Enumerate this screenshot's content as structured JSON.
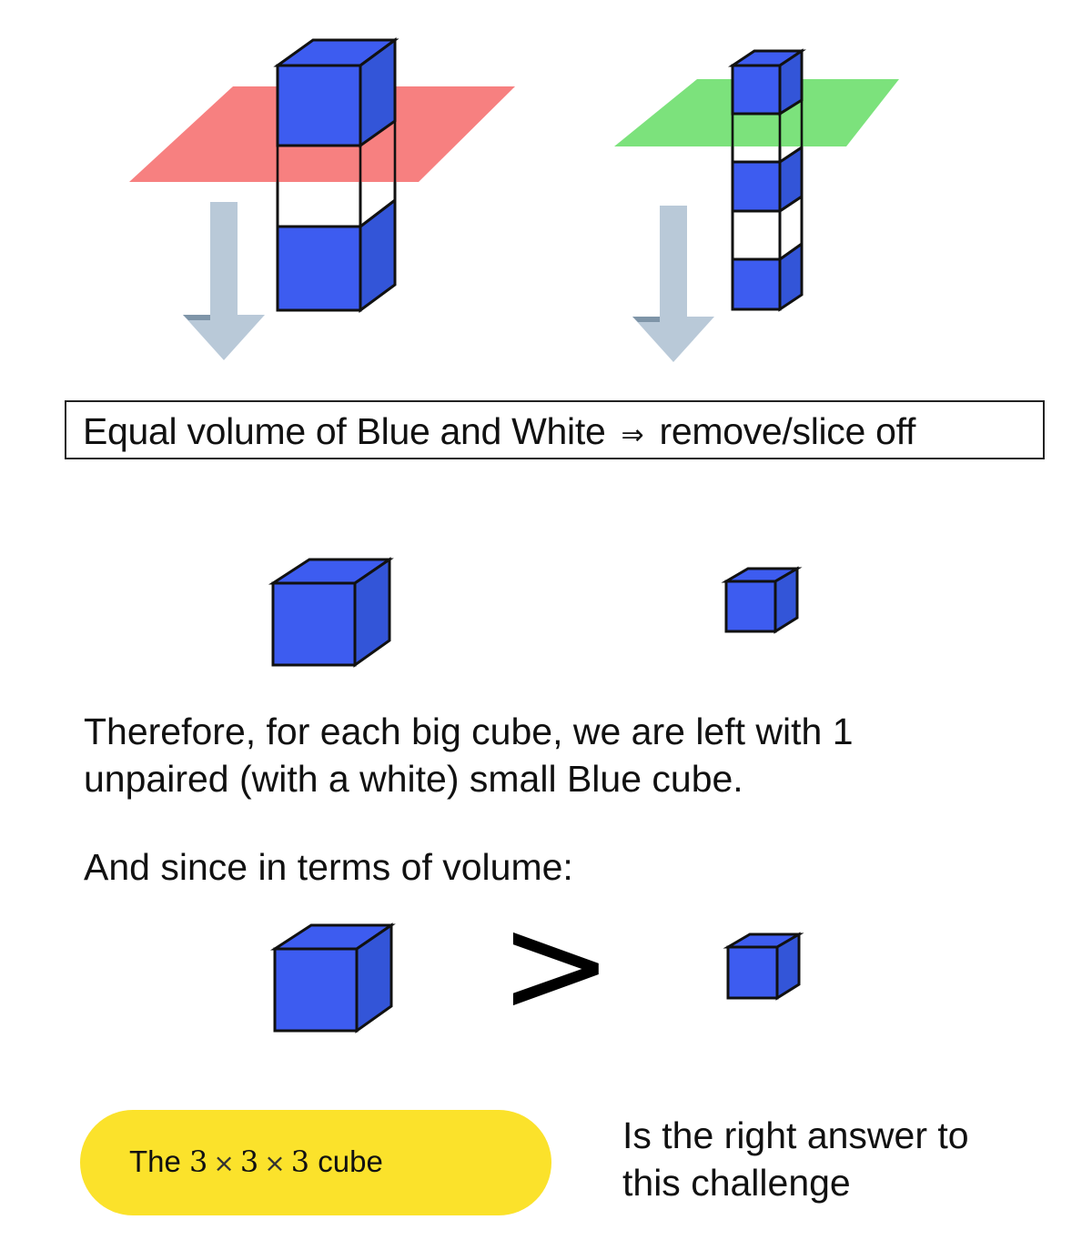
{
  "claim": {
    "prefix": "Equal volume of Blue and White",
    "arrow": "⇒",
    "suffix": "remove/slice off"
  },
  "conclusion": {
    "line1": "Therefore, for each big cube, we are left with 1",
    "line2": "unpaired (with a white) small Blue cube.",
    "volume_intro": "And since in terms of volume:",
    "comparison": ">"
  },
  "answer": {
    "pill_prefix": "The",
    "dim1": "3",
    "times1": "×",
    "dim2": "3",
    "times2": "×",
    "dim3": "3",
    "pill_suffix": "cube",
    "tail_line1": "Is the right answer to",
    "tail_line2": "this challenge"
  },
  "colors": {
    "blue": "#3d5cf0",
    "white": "#ffffff",
    "red_plane": "#f66a6a",
    "green_plane": "#5fdc5f",
    "arrow": "#b9c9d8",
    "pill": "#fbe22b"
  }
}
